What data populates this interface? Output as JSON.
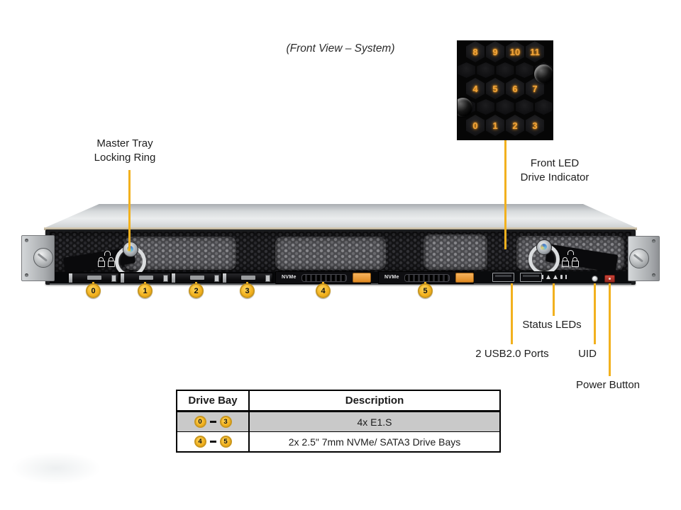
{
  "title": "(Front View – System)",
  "inset": {
    "rows": [
      [
        "8",
        "9",
        "10",
        "11"
      ],
      [
        "4",
        "5",
        "6",
        "7"
      ],
      [
        "0",
        "1",
        "2",
        "3"
      ]
    ]
  },
  "labels": {
    "master_tray": {
      "line1": "Master Tray",
      "line2": "Locking Ring"
    },
    "front_led": {
      "line1": "Front LED",
      "line2": "Drive Indicator"
    },
    "status_leds": "Status LEDs",
    "usb_ports": "2 USB2.0 Ports",
    "uid": "UID",
    "power": "Power Button"
  },
  "chassis": {
    "nvme_label": "NVMe",
    "callouts": [
      "0",
      "1",
      "2",
      "3",
      "4",
      "5"
    ]
  },
  "table": {
    "headers": [
      "Drive Bay",
      "Description"
    ],
    "dash": "–",
    "rows": [
      {
        "from": "0",
        "to": "3",
        "description": "4x E1.S"
      },
      {
        "from": "4",
        "to": "5",
        "description": "2x 2.5\" 7mm NVMe/ SATA3 Drive Bays"
      }
    ]
  },
  "colors": {
    "accent_gold": "#F2B11E",
    "led_amber": "#F0A43C",
    "latch_orange": "#F09A3E",
    "power_red": "#B5342C",
    "table_row_gray": "#C9C9C9"
  }
}
